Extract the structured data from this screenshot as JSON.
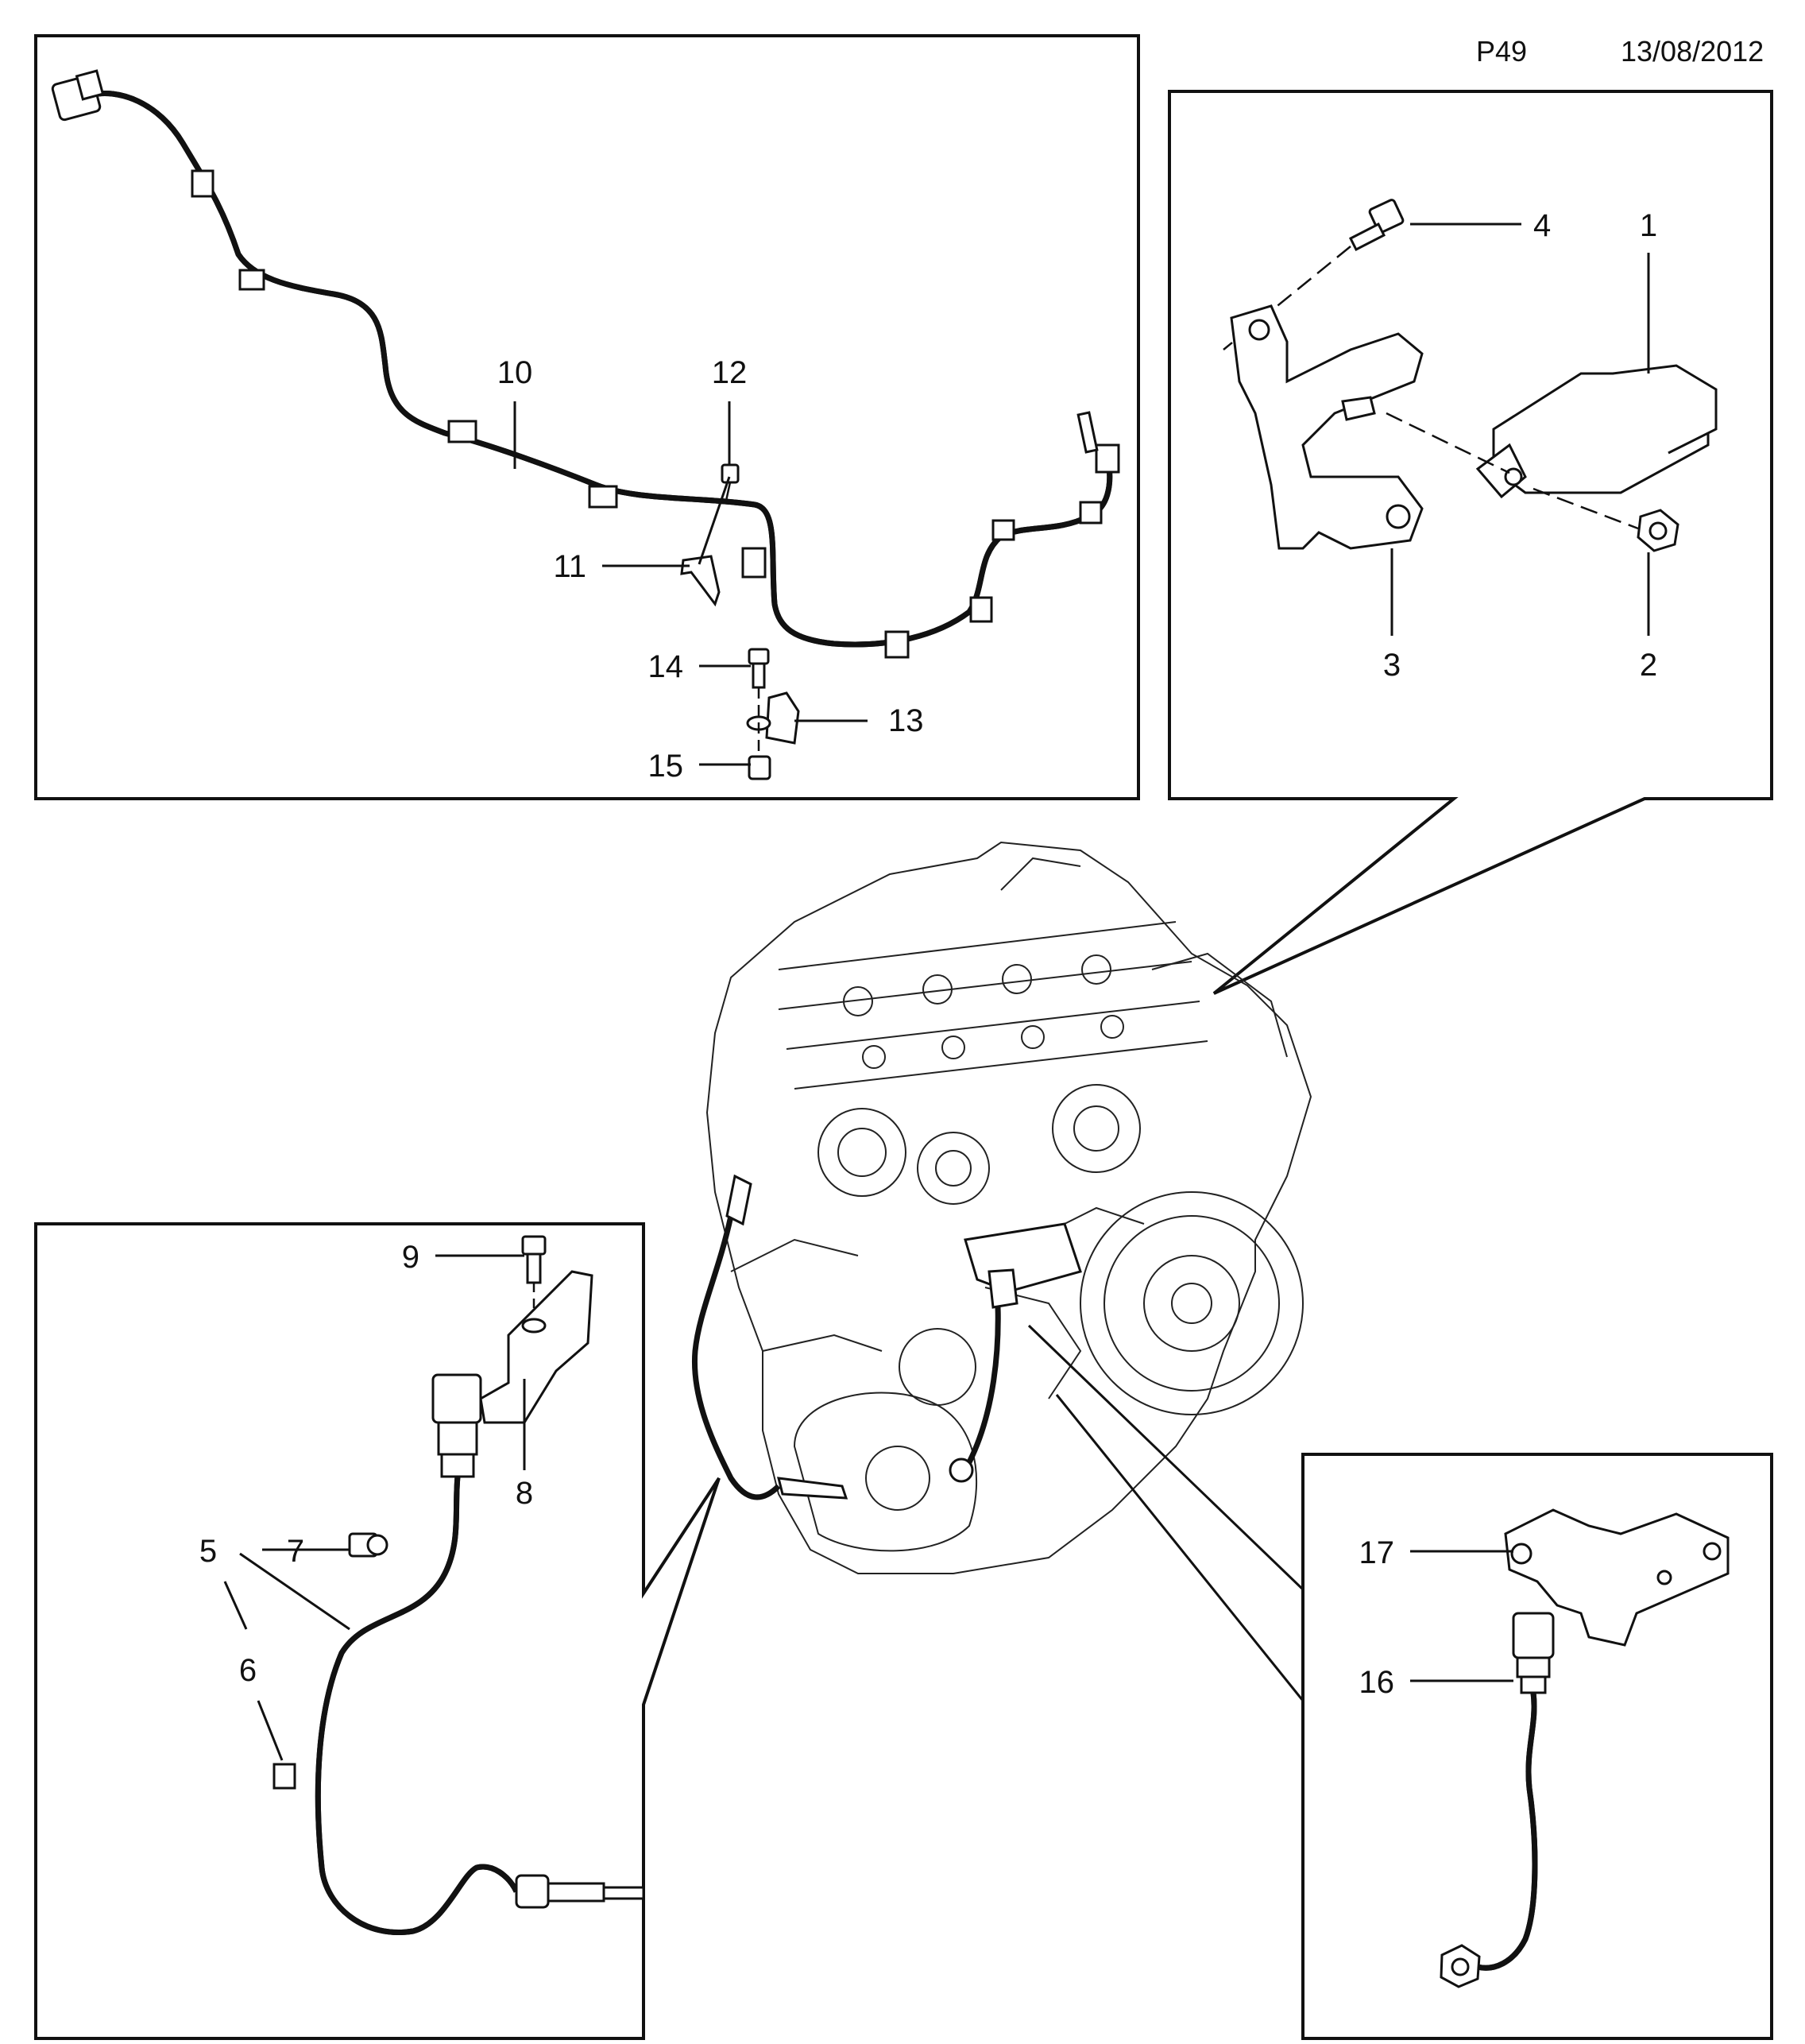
{
  "header": {
    "page_code": "P49",
    "date": "13/08/2012"
  },
  "panels": {
    "top_left": {
      "labels": [
        "10",
        "12",
        "11",
        "14",
        "13",
        "15"
      ]
    },
    "top_right": {
      "labels": [
        "4",
        "1",
        "3",
        "2"
      ]
    },
    "bottom_left": {
      "labels": [
        "9",
        "8",
        "5",
        "7",
        "6"
      ]
    },
    "bottom_right": {
      "labels": [
        "17",
        "16"
      ]
    }
  }
}
